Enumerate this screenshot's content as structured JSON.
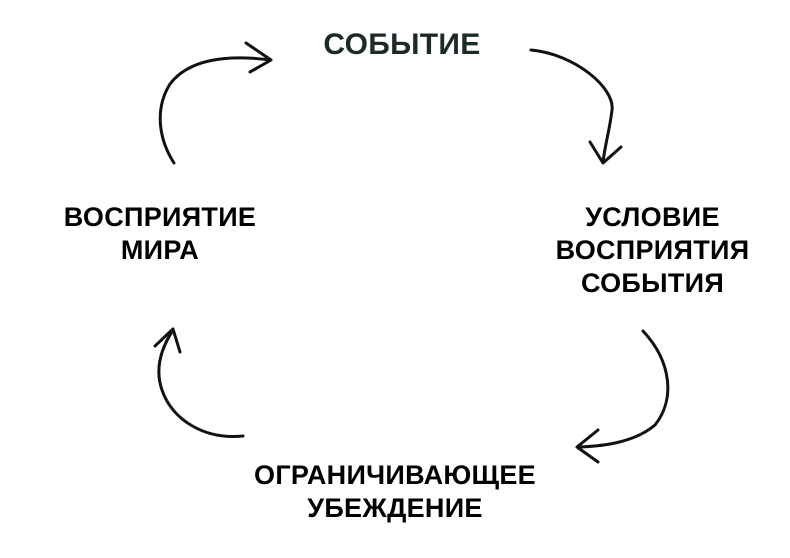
{
  "diagram": {
    "type": "cycle",
    "nodes": [
      {
        "id": "event",
        "lines": [
          "СОБЫТИЕ"
        ],
        "color": "#1c2b25"
      },
      {
        "id": "condition",
        "lines": [
          "УСЛОВИЕ",
          "ВОСПРИЯТИЯ",
          "СОБЫТИЯ"
        ]
      },
      {
        "id": "belief",
        "lines": [
          "ОГРАНИЧИВАЮЩЕЕ",
          "УБЕЖДЕНИЕ"
        ]
      },
      {
        "id": "perception",
        "lines": [
          "ВОСПРИЯТИЕ",
          "МИРА"
        ]
      }
    ],
    "edges": [
      {
        "from": "event",
        "to": "condition"
      },
      {
        "from": "condition",
        "to": "belief"
      },
      {
        "from": "belief",
        "to": "perception"
      },
      {
        "from": "perception",
        "to": "event"
      }
    ],
    "arrow_style": "hand-drawn curved arrows, clockwise"
  }
}
